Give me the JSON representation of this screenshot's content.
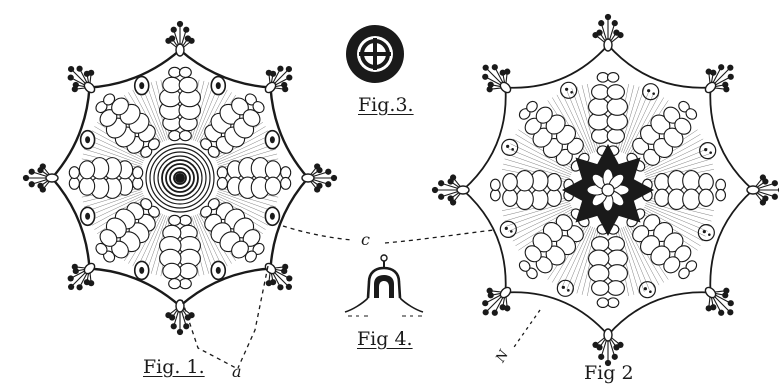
{
  "figures": {
    "fig1": {
      "label": "Fig. 1."
    },
    "fig2": {
      "label": "Fig 2"
    },
    "fig3": {
      "label": "Fig.3."
    },
    "fig4": {
      "label": "Fig 4."
    }
  },
  "annotations": {
    "c": "c",
    "a": "a",
    "n": "N"
  },
  "colors": {
    "ink": "#1a1a1a",
    "paper": "#ffffff"
  }
}
